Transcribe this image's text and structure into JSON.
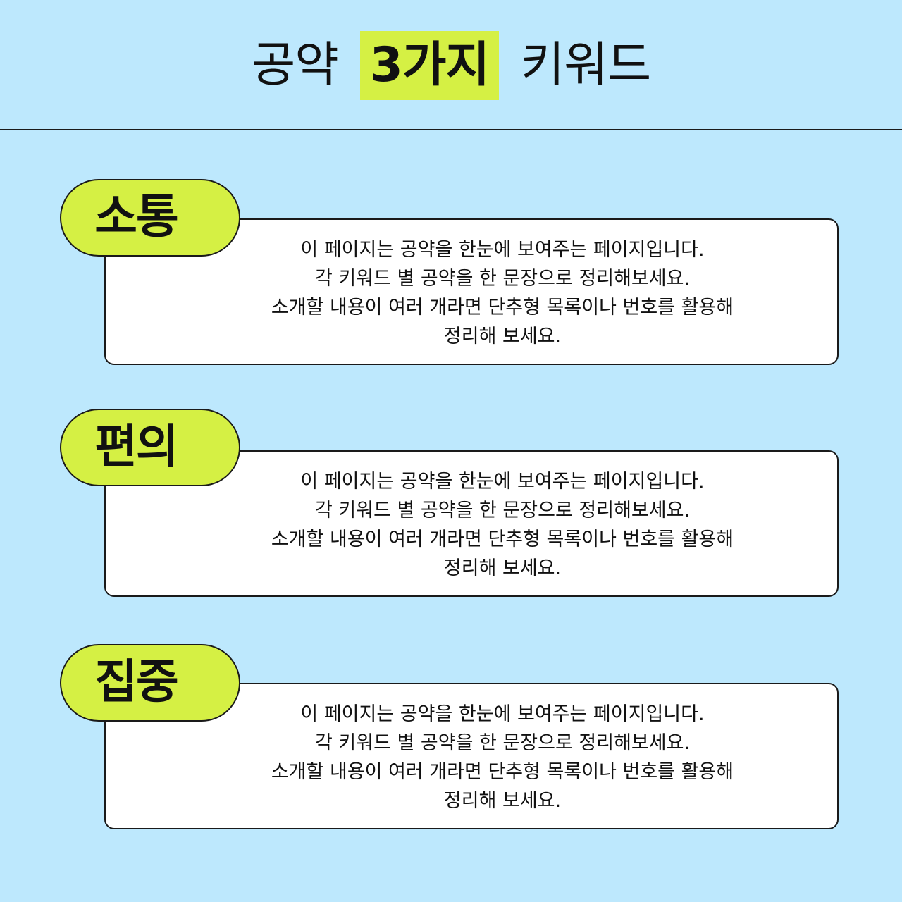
{
  "header": {
    "title_prefix": "공약",
    "title_highlight": "3가지",
    "title_suffix": "키워드",
    "highlight_color": "#d5f044"
  },
  "colors": {
    "background": "#bde8fd",
    "card": "#ffffff",
    "pill": "#d5f044",
    "outline": "#1a1a1a"
  },
  "sections": [
    {
      "keyword": "소통",
      "lines": [
        "이 페이지는 공약을 한눈에 보여주는 페이지입니다.",
        "각 키워드 별 공약을 한 문장으로 정리해보세요.",
        "소개할 내용이 여러 개라면 단추형 목록이나 번호를 활용해",
        "정리해 보세요."
      ]
    },
    {
      "keyword": "편의",
      "lines": [
        "이 페이지는 공약을 한눈에 보여주는 페이지입니다.",
        "각 키워드 별 공약을 한 문장으로 정리해보세요.",
        "소개할 내용이 여러 개라면 단추형 목록이나 번호를 활용해",
        "정리해 보세요."
      ]
    },
    {
      "keyword": "집중",
      "lines": [
        "이 페이지는 공약을 한눈에 보여주는 페이지입니다.",
        "각 키워드 별 공약을 한 문장으로 정리해보세요.",
        "소개할 내용이 여러 개라면 단추형 목록이나 번호를 활용해",
        "정리해 보세요."
      ]
    }
  ]
}
